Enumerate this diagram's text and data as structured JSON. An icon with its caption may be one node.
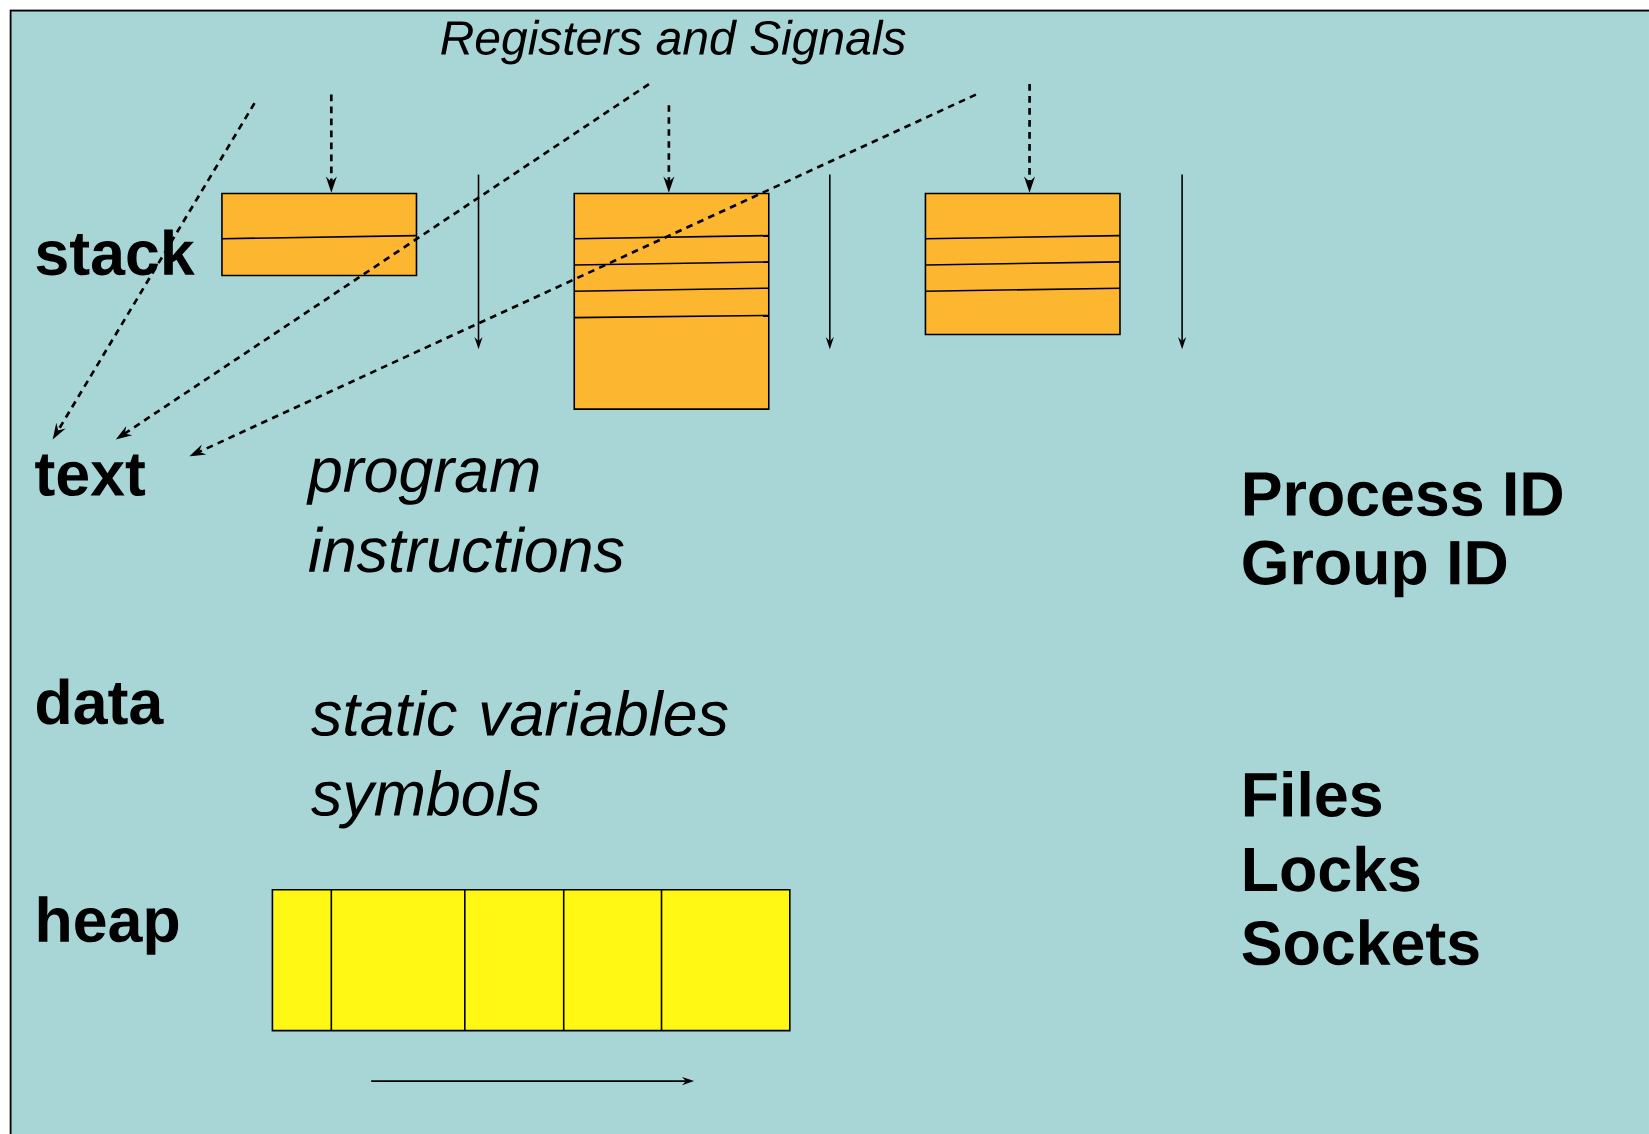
{
  "diagram": {
    "nodes": [
      {
        "text": [
          "text"
        ]
      },
      {
        "text": [],
        "shape": "box"
      },
      {
        "text": [],
        "shape": "box"
      },
      {
        "text": [],
        "shape": "box"
      }
    ],
    "edges": [
      {
        "from": null,
        "to": 0,
        "arrow": "to",
        "style": "dashed"
      },
      {
        "from": null,
        "to": 0,
        "arrow": "to",
        "style": "dashed"
      },
      {
        "from": null,
        "to": 0,
        "arrow": "to",
        "style": "dashed"
      },
      {
        "from": null,
        "to": 1,
        "arrow": "to",
        "style": "dashed"
      },
      {
        "from": null,
        "to": 2,
        "arrow": "to",
        "style": "dashed"
      },
      {
        "from": null,
        "to": 3,
        "arrow": "to",
        "style": "dashed"
      }
    ],
    "labels": [
      "Registers and Signals",
      "stack",
      "program instructions",
      "Process ID",
      "Group ID",
      "data",
      "static variables symbols",
      "Files",
      "Locks",
      "Sockets",
      "heap"
    ]
  }
}
